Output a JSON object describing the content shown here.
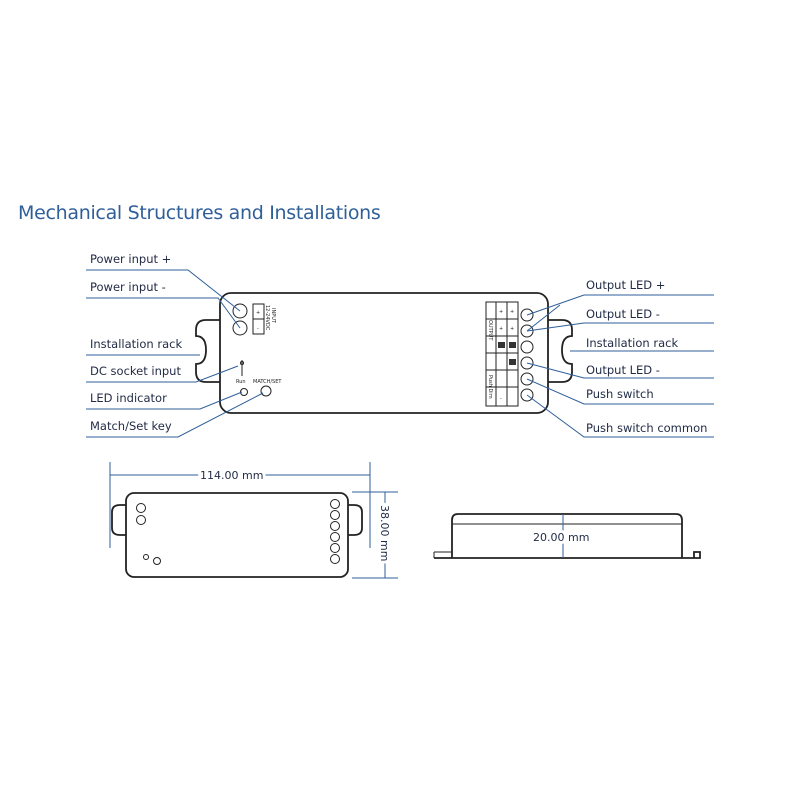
{
  "title": "Mechanical Structures and Installations",
  "left_labels": [
    "Power input +",
    "Power input -",
    "Installation rack",
    "DC socket input",
    "LED indicator",
    "Match/Set key"
  ],
  "right_labels": [
    "Output LED +",
    "Output LED -",
    "Installation rack",
    "Output LED -",
    "Push switch",
    "Push switch common"
  ],
  "device_markings": {
    "input_text": "INPUT",
    "voltage_text": "12-24VDC",
    "plus": "+",
    "minus": "-",
    "run_text": "Run",
    "match_text": "MATCH/SET",
    "output_text": "OUTPUT",
    "push_text": "Push Dim"
  },
  "dimensions": {
    "length": "114.00 mm",
    "width": "38.00 mm",
    "height": "20.00 mm"
  },
  "colors": {
    "title": "#2f5f99",
    "leader_lines": "#2f5f99",
    "outline": "#222222"
  }
}
